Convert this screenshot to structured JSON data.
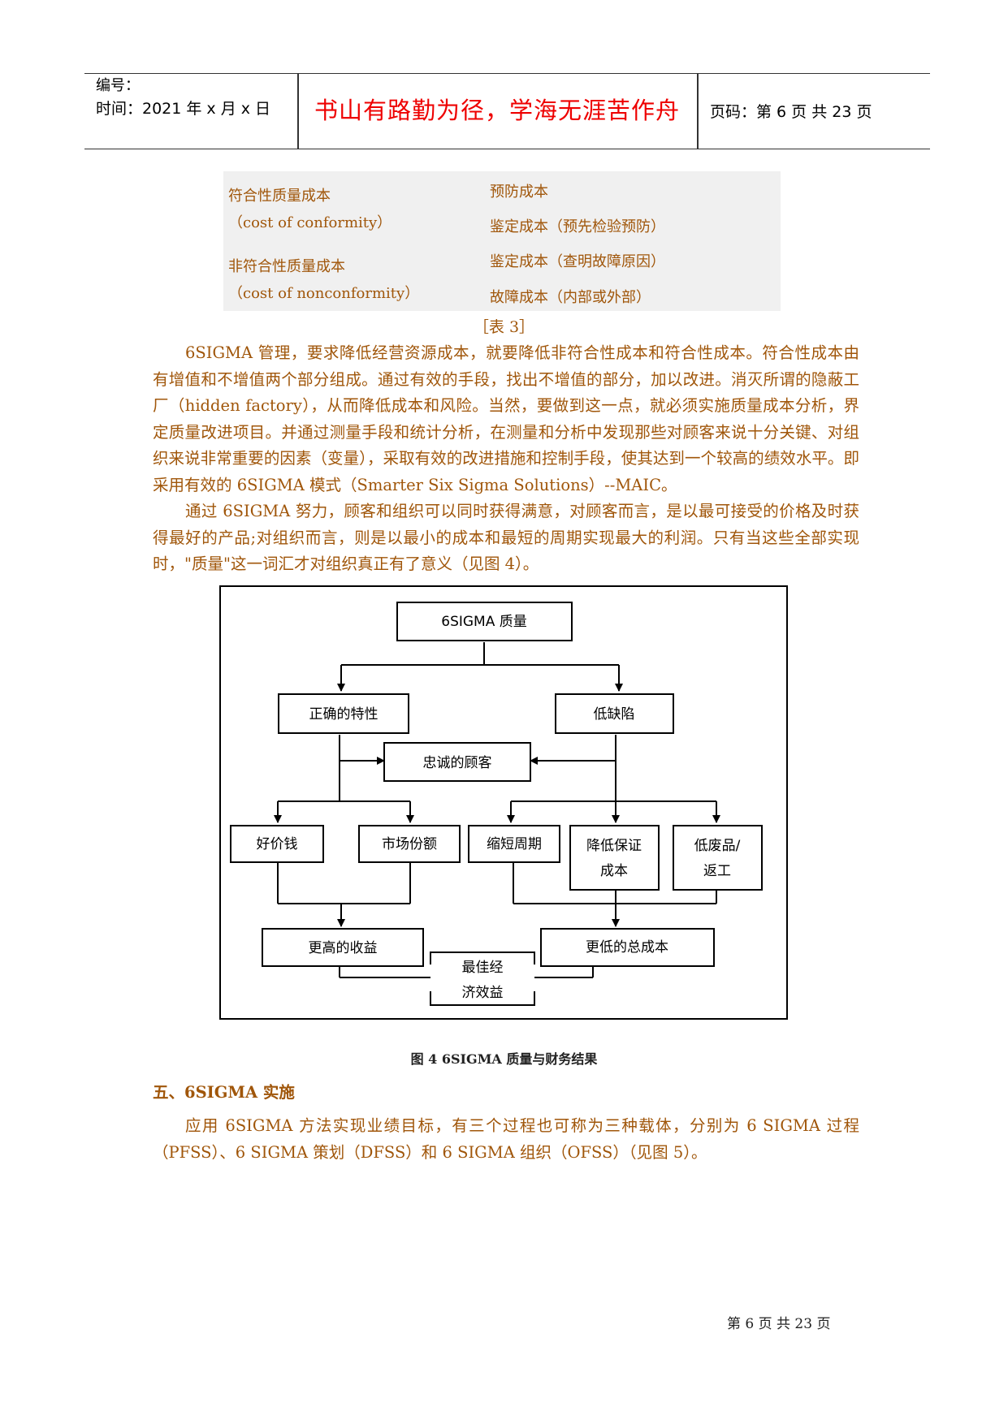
{
  "header": {
    "number_label": "编号：",
    "date_label": "时间：2021 年 x 月 x 日",
    "motto": "书山有路勤为径，学海无涯苦作舟",
    "page_label": "页码：第 6 页  共 23 页"
  },
  "cost_table": {
    "conform_cn": "符合性质量成本",
    "conform_en": "（cost of conformity）",
    "nonconform_cn": "非符合性质量成本",
    "nonconform_en": "（cost of nonconformity）",
    "prevention": "预防成本",
    "appraisal_prevent": "鉴定成本（预先检验预防）",
    "appraisal_cause": "鉴定成本（查明故障原因）",
    "failure": "故障成本（内部或外部）",
    "caption": "［表 3］"
  },
  "paragraphs": {
    "p1": "6SIGMA 管理，要求降低经营资源成本，就要降低非符合性成本和符合性成本。符合性成本由有增值和不增值两个部分组成。通过有效的手段，找出不增值的部分，加以改进。消灭所谓的隐蔽工厂（hidden factory），从而降低成本和风险。当然，要做到这一点，就必须实施质量成本分析，界定质量改进项目。并通过测量手段和统计分析，在测量和分析中发现那些对顾客来说十分关键、对组织来说非常重要的因素（变量），采取有效的改进措施和控制手段，使其达到一个较高的绩效水平。即采用有效的 6SIGMA 模式（Smarter Six Sigma Solutions）--MAIC。",
    "p2": "通过 6SIGMA 努力，顾客和组织可以同时获得满意，对顾客而言，是以最可接受的价格及时获得最好的产品;对组织而言，则是以最小的成本和最短的周期实现最大的利润。只有当这些全部实现时，\"质量\"这一词汇才对组织真正有了意义（见图 4）。",
    "p3": "应用 6SIGMA 方法实现业绩目标，有三个过程也可称为三种载体，分别为 6 SIGMA 过程（PFSS）、6 SIGMA 策划（DFSS）和 6 SIGMA 组织（OFSS）（见图 5）。"
  },
  "figure": {
    "caption": "图 4    6SIGMA 质量与财务结果",
    "nodes": {
      "top": "6SIGMA 质量",
      "correct": "正确的特性",
      "low_defect": "低缺陷",
      "loyal": "忠诚的顾客",
      "good_price": "好价钱",
      "market_share": "市场份额",
      "short_cycle": "缩短周期",
      "warranty_1": "降低保证",
      "warranty_2": "成本",
      "scrap_1": "低废品/",
      "scrap_2": "返工",
      "higher_revenue": "更高的收益",
      "lower_cost": "更低的总成本",
      "best_1": "最佳经",
      "best_2": "济效益"
    }
  },
  "section": {
    "title": "五、6SIGMA 实施"
  },
  "footer": {
    "page": "第  6  页  共  23  页"
  }
}
